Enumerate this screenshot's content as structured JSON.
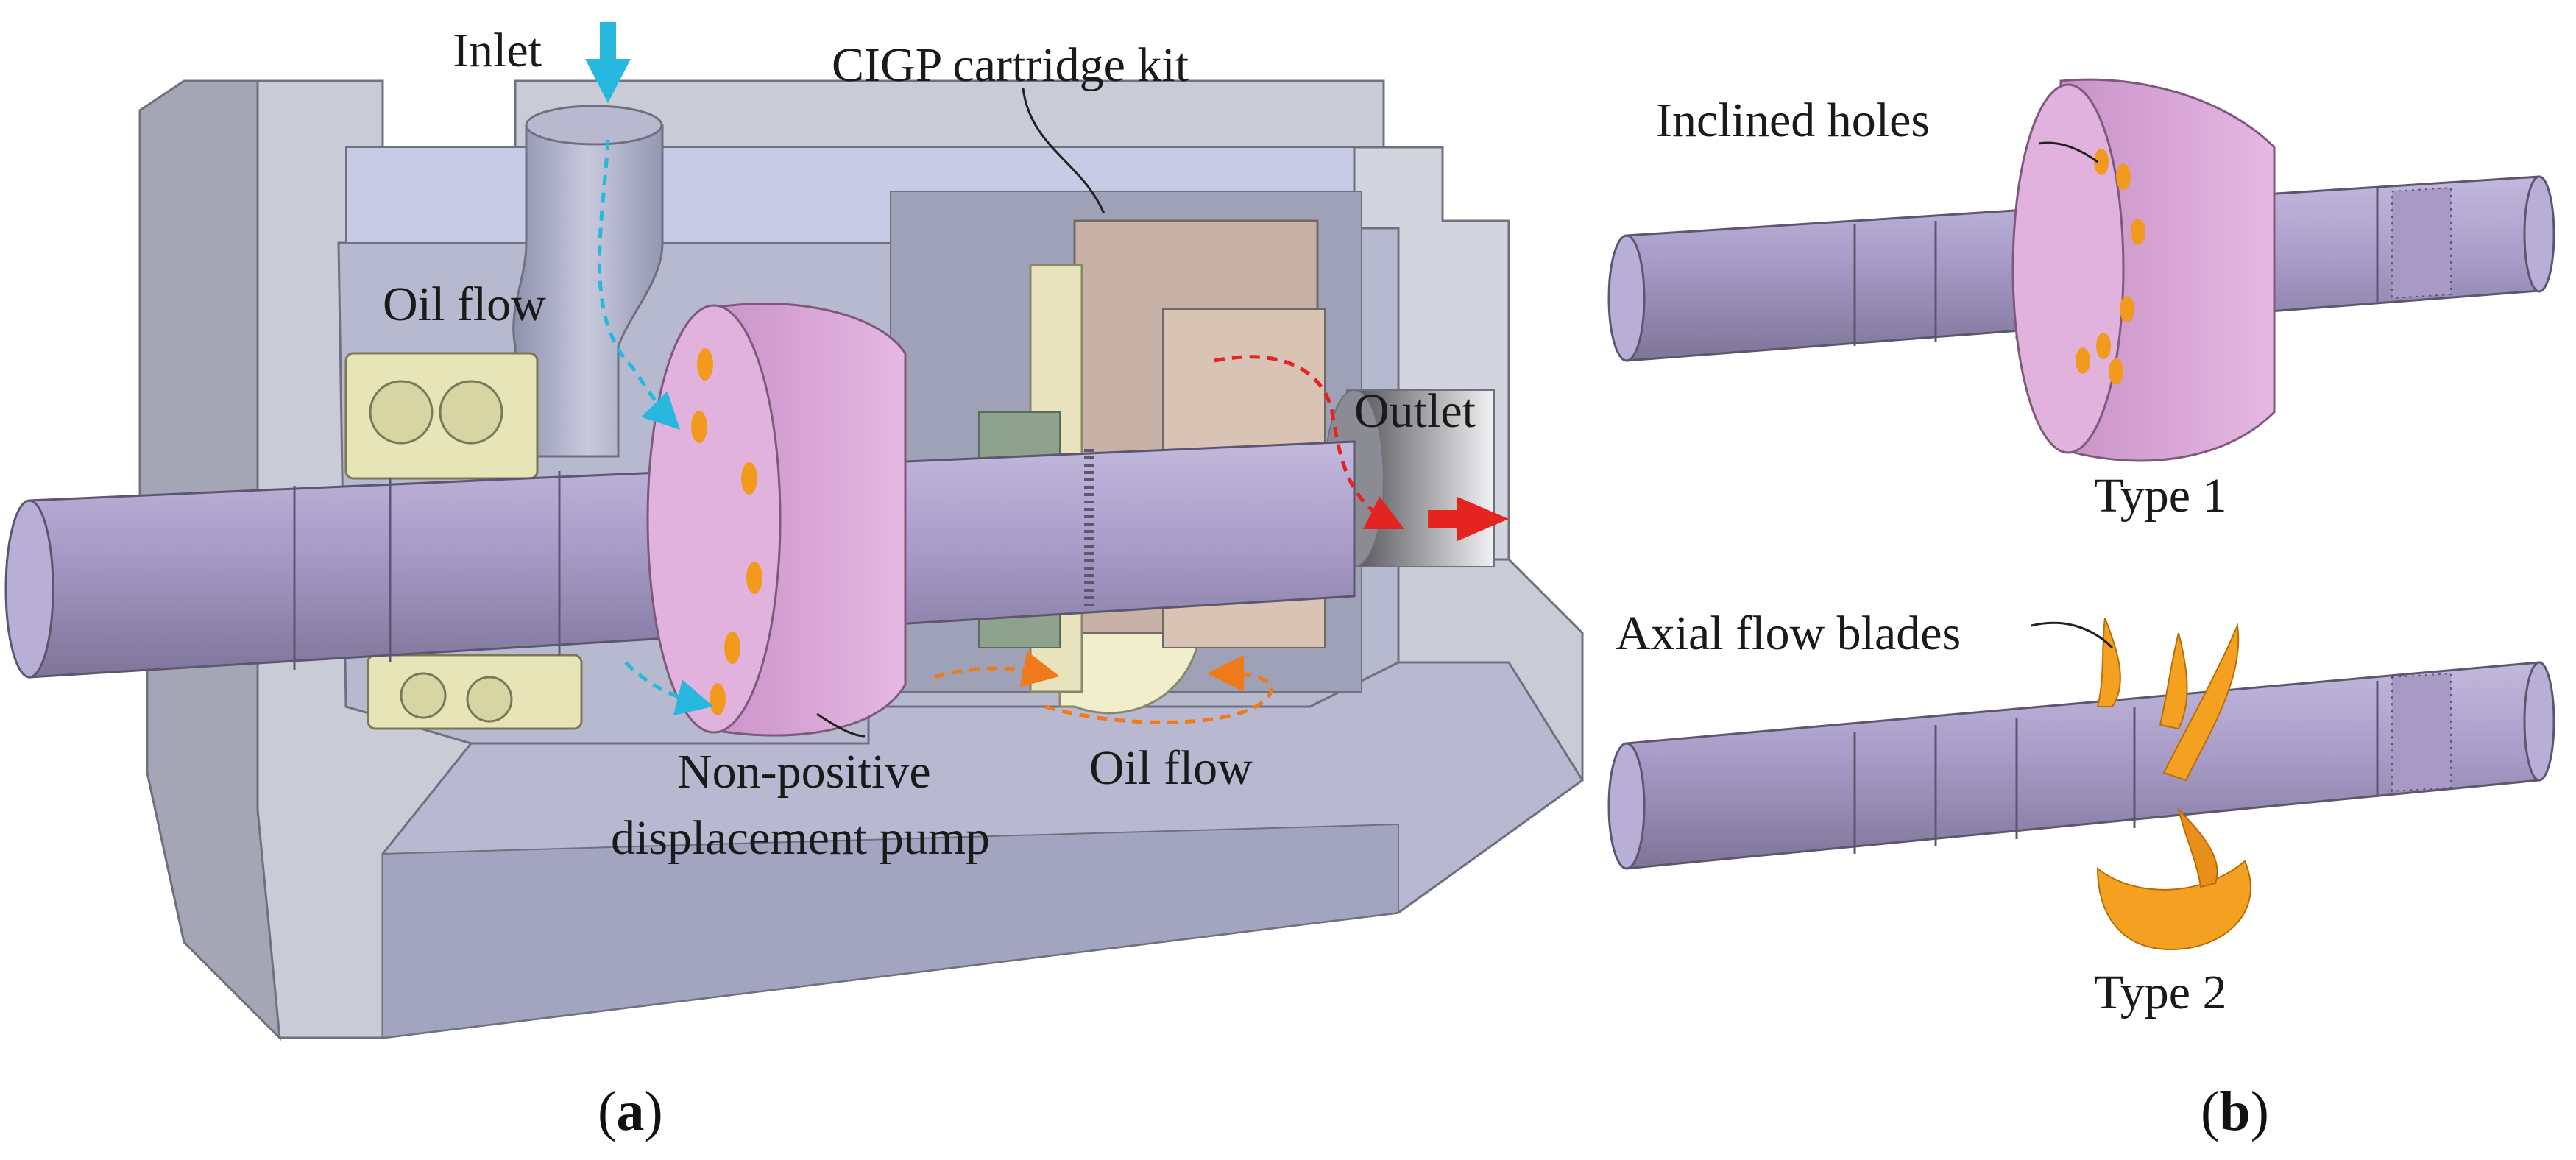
{
  "panel_a": {
    "caption_open": "(",
    "caption_letter": "a",
    "caption_close": ")",
    "labels": {
      "inlet": "Inlet",
      "cartridge": "CIGP cartridge kit",
      "oil_flow_left": "Oil flow",
      "outlet": "Outlet",
      "pump_line1": "Non-positive",
      "pump_line2": "displacement pump",
      "oil_flow_bottom": "Oil flow"
    }
  },
  "panel_b": {
    "caption_open": "(",
    "caption_letter": "b",
    "caption_close": ")",
    "inclined_holes": "Inclined holes",
    "type1": "Type 1",
    "axial_blades": "Axial flow blades",
    "type2": "Type 2"
  },
  "colors": {
    "housing": "#c9ccd6",
    "housing_dark": "#9a9cae",
    "housing_light": "#dcdfe8",
    "shaft": "#a79bc6",
    "shaft_dark": "#7e7599",
    "disc": "#d6a5d4",
    "holes": "#f29a1e",
    "blades": "#f4a020",
    "inlet_arrow": "#27b8e0",
    "outlet_arrow": "#e52320",
    "oil_flow_orange": "#f07a1a",
    "gear": "#f0eecb",
    "bearing": "#e7e4b7"
  }
}
